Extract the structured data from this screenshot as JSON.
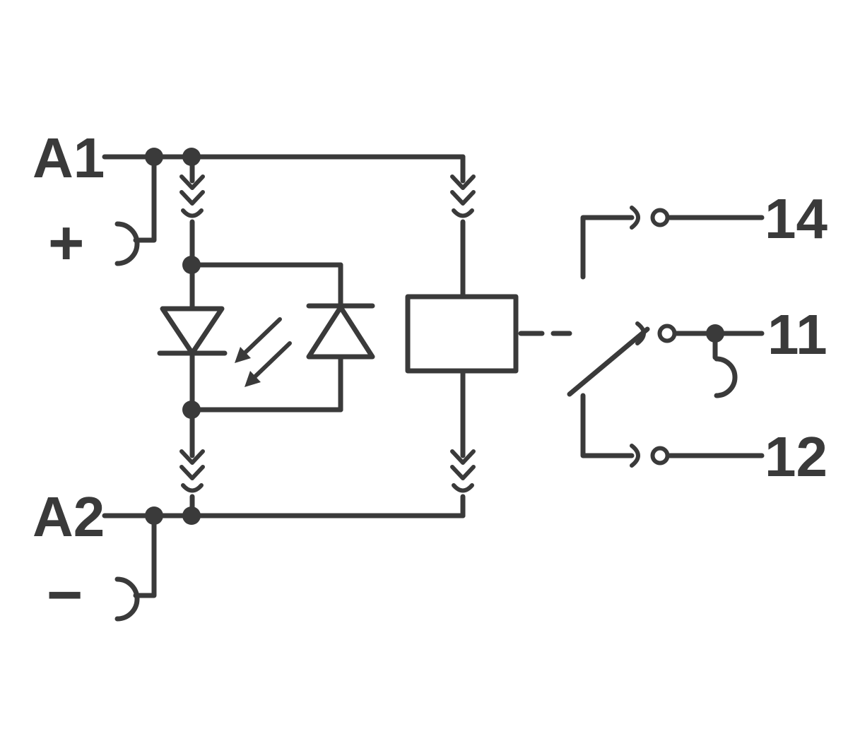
{
  "diagram": {
    "labels": {
      "coil_plus_terminal": "A1",
      "coil_minus_terminal": "A2",
      "plus_sign": "+",
      "minus_sign": "−",
      "contact_no": "14",
      "contact_common": "11",
      "contact_nc": "12"
    }
  },
  "colors": {
    "line": "#3a3a3a",
    "background": "#ffffff"
  }
}
